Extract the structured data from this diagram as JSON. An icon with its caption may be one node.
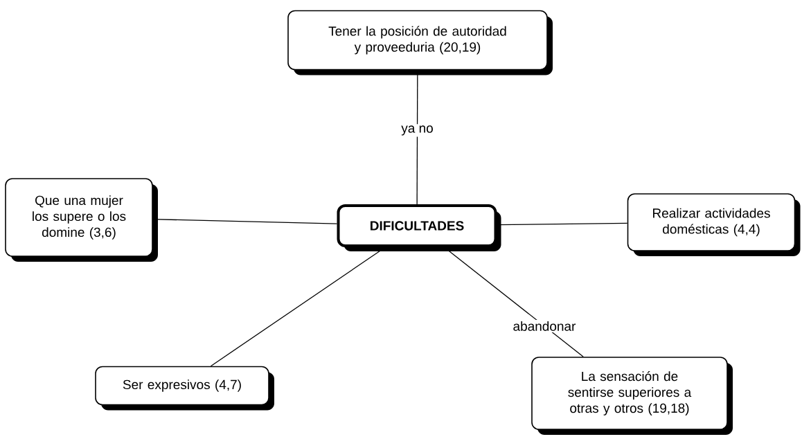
{
  "diagram": {
    "nodes": [
      {
        "text": [
          "DIFICULTADES"
        ]
      },
      {
        "text": [
          "Tener la posición de autoridad y proveeduria (20,19)"
        ]
      },
      {
        "text": [
          "Que una mujer los supere o los domine (3,6)"
        ]
      },
      {
        "text": [
          "Realizar actividades domésticas (4,4)"
        ]
      },
      {
        "text": [
          "Ser expresivos (4,7)"
        ]
      },
      {
        "text": [
          "La sensación de sentirse superiores a otras y otros (19,18)"
        ]
      }
    ],
    "edges": [
      {
        "from": 0,
        "to": 1,
        "arrow": "none",
        "label": "ya no"
      },
      {
        "from": 0,
        "to": 2,
        "arrow": "none"
      },
      {
        "from": 0,
        "to": 3,
        "arrow": "none"
      },
      {
        "from": 0,
        "to": 4,
        "arrow": "none"
      },
      {
        "from": 0,
        "to": 5,
        "arrow": "none",
        "label": "abandonar"
      }
    ]
  }
}
